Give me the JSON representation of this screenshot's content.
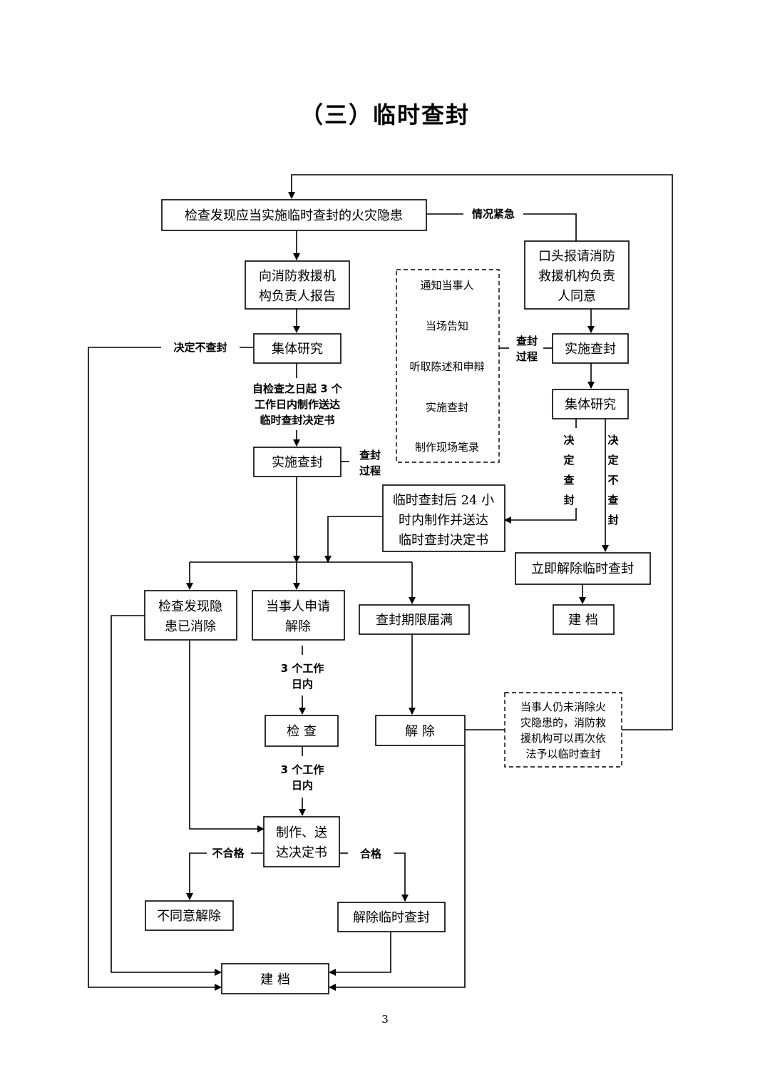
{
  "title": "（三）临时查封",
  "page_number": "3",
  "boxes": {
    "discover": "检查发现应当实施临时查封的火灾隐患",
    "report": [
      "向消防救援机",
      "构负责人报告"
    ],
    "collective1": "集体研究",
    "implement1": "实施查封",
    "oral": [
      "口头报请消防",
      "救援机构负责",
      "人同意"
    ],
    "implement2": "实施查封",
    "collective2": "集体研究",
    "within24": [
      "临时查封后 24 小",
      "时内制作并送达",
      "临时查封决定书"
    ],
    "lift_immediately": "立即解除临时查封",
    "archive_right": "建 档",
    "eliminated": [
      "检查发现隐",
      "患已消除"
    ],
    "apply": [
      "当事人申请",
      "解除"
    ],
    "expire": "查封期限届满",
    "inspect": "检 查",
    "release": "解 除",
    "make_deliver": [
      "制作、送",
      "达决定书"
    ],
    "disagree": "不同意解除",
    "lift_seal": "解除临时查封",
    "archive_bottom": "建 档",
    "repeat_note": [
      "当事人仍未消除火",
      "灾隐患的，消防救",
      "援机构可以再次依",
      "法予以临时查封"
    ]
  },
  "process_steps": [
    "通知当事人",
    "当场告知",
    "听取陈述和申辩",
    "实施查封",
    "制作现场笔录"
  ],
  "labels": {
    "urgent": "情况紧急",
    "decide_not_seal": "决定不查封",
    "three_days": [
      "自检查之日起 3 个",
      "工作日内制作送达",
      "临时查封决定书"
    ],
    "seal_process_left": [
      "查封",
      "过程"
    ],
    "seal_process_right": [
      "查封",
      "过程"
    ],
    "decide_seal_v": [
      "决",
      "定",
      "查",
      "封"
    ],
    "decide_not_seal_v": [
      "决",
      "定",
      "不",
      "查",
      "封"
    ],
    "within_3_days_1": [
      "3 个工作",
      "日内"
    ],
    "within_3_days_2": [
      "3 个工作",
      "日内"
    ],
    "unqualified": "不合格",
    "qualified": "合格"
  }
}
